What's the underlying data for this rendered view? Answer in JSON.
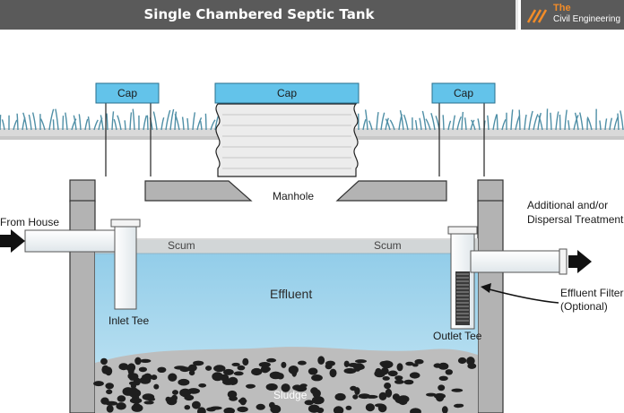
{
  "header": {
    "title": "Single Chambered Septic Tank",
    "logo_line1": "The",
    "logo_line2": "Civil Engineering"
  },
  "labels": {
    "cap_left": "Cap",
    "cap_center": "Cap",
    "cap_right": "Cap",
    "manhole": "Manhole",
    "from_house": "From House",
    "additional_line1": "Additional and/or",
    "additional_line2": "Dispersal Treatment",
    "scum_left": "Scum",
    "scum_right": "Scum",
    "effluent": "Effluent",
    "inlet_tee": "Inlet Tee",
    "outlet_tee": "Outlet Tee",
    "effluent_filter_line1": "Effluent Filter",
    "effluent_filter_line2": "(Optional)",
    "sludge": "Sludge"
  },
  "colors": {
    "header_bg": "#5a5a5a",
    "logo_accent": "#f28c28",
    "water": "#a9d7ee",
    "cap": "#63c3ea",
    "tank_wall": "#b3b3b3",
    "grass": "#4f8fa6",
    "sludge": "#222222"
  }
}
